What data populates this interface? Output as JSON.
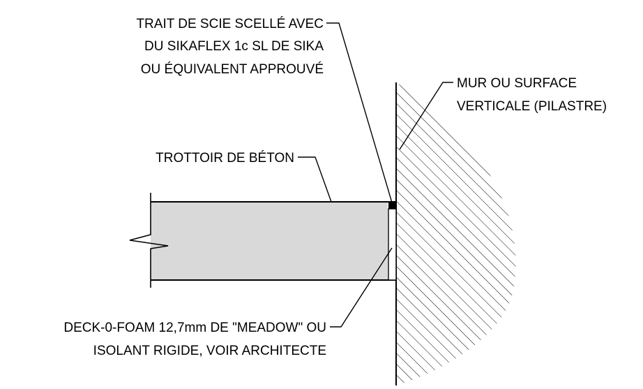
{
  "labels": {
    "saw_cut": [
      "TRAIT DE SCIE SCELLÉ AVEC",
      "DU SIKAFLEX 1c SL DE SIKA",
      "OU ÉQUIVALENT APPROUVÉ"
    ],
    "wall": [
      "MUR OU SURFACE",
      "VERTICALE (PILASTRE)"
    ],
    "sidewalk": "TROTTOIR DE BÉTON",
    "foam": [
      "DECK-0-FOAM 12,7mm DE \"MEADOW\" OU",
      "ISOLANT RIGIDE, VOIR ARCHITECTE"
    ]
  },
  "colors": {
    "line": "#000000",
    "concrete_fill": "#d9d9d9",
    "background": "#ffffff"
  }
}
